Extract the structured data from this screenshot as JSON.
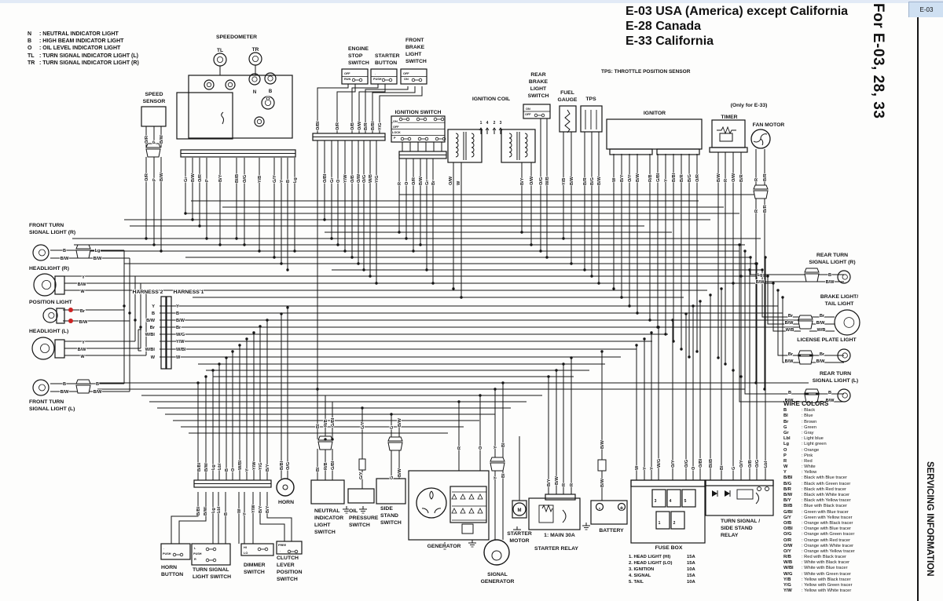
{
  "page": {
    "tab": "E-03",
    "side_title": "For E-03, 28, 33",
    "side_footer": "SERVICING INFORMATION",
    "titles": [
      "E-03 USA (America) except California",
      "E-28 Canada",
      "E-33 California"
    ],
    "note": "TPS: THROTTLE POSITION SENSOR",
    "accent_blue": "#cfe0f2",
    "line_color": "#151515"
  },
  "indicator_legend": [
    {
      "code": "N",
      "name": "NEUTRAL INDICATOR LIGHT"
    },
    {
      "code": "B",
      "name": "HIGH BEAM INDICATOR LIGHT"
    },
    {
      "code": "O",
      "name": "OIL LEVEL INDICATOR LIGHT"
    },
    {
      "code": "TL",
      "name": "TURN SIGNAL INDICATOR  LIGHT (L)"
    },
    {
      "code": "TR",
      "name": "TURN SIGNAL INDICATOR  LIGHT (R)"
    }
  ],
  "wire_colors": {
    "title": "WIRE COLORS",
    "entries": [
      [
        "B",
        "Black"
      ],
      [
        "Bl",
        "Blue"
      ],
      [
        "Br",
        "Brown"
      ],
      [
        "G",
        "Green"
      ],
      [
        "Gr",
        "Gray"
      ],
      [
        "Lbl",
        "Light blue"
      ],
      [
        "Lg",
        "Light green"
      ],
      [
        "O",
        "Orange"
      ],
      [
        "P",
        "Pink"
      ],
      [
        "R",
        "Red"
      ],
      [
        "W",
        "White"
      ],
      [
        "Y",
        "Yellow"
      ],
      [
        "B/Bl",
        "Black with Blue tracer"
      ],
      [
        "B/G",
        "Black with Green tracer"
      ],
      [
        "B/R",
        "Black with Red tracer"
      ],
      [
        "B/W",
        "Black with White tracer"
      ],
      [
        "B/Y",
        "Black with Yellow tracer"
      ],
      [
        "Bl/B",
        "Blue with Black tracer"
      ],
      [
        "G/Bl",
        "Green with Blue tracer"
      ],
      [
        "G/Y",
        "Green with Yellow tracer"
      ],
      [
        "O/B",
        "Orange with Black tracer"
      ],
      [
        "O/Bl",
        "Orange with Blue tracer"
      ],
      [
        "O/G",
        "Orange with Green tracer"
      ],
      [
        "O/R",
        "Orange with Red tracer"
      ],
      [
        "O/W",
        "Orange with White tracer"
      ],
      [
        "O/Y",
        "Orange with Yellow tracer"
      ],
      [
        "R/B",
        "Red with Black tracer"
      ],
      [
        "W/B",
        "White with Black tracer"
      ],
      [
        "W/Bl",
        "White with Blue tracer"
      ],
      [
        "W/G",
        "White with Green tracer"
      ],
      [
        "Y/B",
        "Yellow with Black tracer"
      ],
      [
        "Y/G",
        "Yellow with Green tracer"
      ],
      [
        "Y/W",
        "Yellow with White tracer"
      ]
    ]
  },
  "fuse_box": {
    "items": [
      {
        "item": "1. HEAD LIGHT (HI)",
        "amp": "15A"
      },
      {
        "item": "2. HEAD LIGHT (LO)",
        "amp": "15A"
      },
      {
        "item": "3. IGNITION",
        "amp": "10A"
      },
      {
        "item": "4. SIGNAL",
        "amp": "15A"
      },
      {
        "item": "5. TAIL",
        "amp": "10A"
      }
    ]
  },
  "labels": {
    "component": [
      [
        301,
        49,
        "SPEEDOMETER",
        "m"
      ],
      [
        196,
        122,
        "SPEED|SENSOR",
        "m"
      ],
      [
        443,
        64,
        "ENGINE|STOP|SWITCH",
        "s"
      ],
      [
        477,
        73,
        "STARTER|BUTTON",
        "s"
      ],
      [
        516,
        53,
        "FRONT|BRAKE|LIGHT|SWITCH",
        "s"
      ],
      [
        532,
        145,
        "IGNITION SWITCH",
        "m"
      ],
      [
        625,
        128,
        "IGNITION COIL",
        "m"
      ],
      [
        685,
        97,
        "REAR|BRAKE|LIGHT|SWITCH",
        "m"
      ],
      [
        722,
        120,
        "FUEL|GAUGE",
        "m"
      ],
      [
        752,
        128,
        "TPS",
        "m"
      ],
      [
        833,
        146,
        "IGNITOR",
        "m"
      ],
      [
        953,
        136,
        "(Only for E-33)",
        "m"
      ],
      [
        928,
        151,
        "TIMER",
        "m"
      ],
      [
        978,
        161,
        "FAN MOTOR",
        "m"
      ],
      [
        37,
        289,
        "FRONT TURN|SIGNAL LIGHT (R)",
        "s"
      ],
      [
        37,
        344,
        "HEADLIGHT (R)",
        "s"
      ],
      [
        37,
        387,
        "POSITION LIGHT",
        "s"
      ],
      [
        37,
        424,
        "HEADLIGHT (L)",
        "s"
      ],
      [
        37,
        514,
        "FRONT TURN|SIGNAL LIGHT (L)",
        "s"
      ],
      [
        188,
        374,
        "HARNESS 2",
        "m"
      ],
      [
        240,
        374,
        "HARNESS 1",
        "m"
      ],
      [
        1059,
        327,
        "REAR TURN|SIGNAL LIGHT (R)",
        "m"
      ],
      [
        1068,
        380,
        "BRAKE LIGHT/|TAIL LIGHT",
        "m"
      ],
      [
        1052,
        435,
        "LICENSE PLATE LIGHT",
        "m"
      ],
      [
        1063,
        478,
        "REAR TURN|SIGNAL LIGHT (L)",
        "m"
      ],
      [
        364,
        642,
        "HORN",
        "m"
      ],
      [
        400,
        653,
        "NEUTRAL|INDICATOR|LIGHT|SWITCH",
        "s"
      ],
      [
        444,
        653,
        "OIL|PRESSURE|SWITCH",
        "s"
      ],
      [
        484,
        650,
        "SIDE|STAND|SWITCH",
        "s"
      ],
      [
        565,
        698,
        "GENERATOR",
        "m"
      ],
      [
        633,
        734,
        "SIGNAL|GENERATOR",
        "m"
      ],
      [
        661,
        682,
        "STARTER|MOTOR",
        "m"
      ],
      [
        712,
        684,
        "1: MAIN 30A",
        "m"
      ],
      [
        708,
        701,
        "STARTER RELAY",
        "m"
      ],
      [
        778,
        678,
        "BATTERY",
        "m"
      ],
      [
        851,
        700,
        "FUSE BOX",
        "m"
      ],
      [
        917,
        666,
        "TURN SIGNAL /|SIDE STAND|RELAY",
        "s"
      ],
      [
        205,
        725,
        "HORN|BUTTON",
        "s"
      ],
      [
        245,
        728,
        "TURN SIGNAL|LIGHT SWITCH",
        "s"
      ],
      [
        310,
        722,
        "DIMMER|SWITCH",
        "s"
      ],
      [
        352,
        713,
        "CLUTCH|LEVER|POSITION|SWITCH",
        "s"
      ]
    ],
    "wire_v": [
      [
        186,
        183,
        "O/R"
      ],
      [
        196,
        183,
        "P"
      ],
      [
        205,
        183,
        "B/W"
      ],
      [
        186,
        231,
        "O/R"
      ],
      [
        196,
        231,
        "P"
      ],
      [
        205,
        231,
        "B/W"
      ],
      [
        236,
        232,
        "Gr"
      ],
      [
        245,
        232,
        "B/W"
      ],
      [
        254,
        232,
        "O/R"
      ],
      [
        263,
        232,
        "P"
      ],
      [
        280,
        232,
        "B/Y"
      ],
      [
        301,
        233,
        "Bl/B"
      ],
      [
        311,
        233,
        "O/G"
      ],
      [
        330,
        233,
        "Y/B"
      ],
      [
        349,
        233,
        "G/Y"
      ],
      [
        358,
        233,
        "Y"
      ],
      [
        366,
        233,
        "B"
      ],
      [
        375,
        233,
        "Lg"
      ],
      [
        404,
        166,
        "O/Bl"
      ],
      [
        429,
        166,
        "O/R"
      ],
      [
        448,
        166,
        "O/B"
      ],
      [
        457,
        166,
        "O/W"
      ],
      [
        465,
        166,
        "B/R"
      ],
      [
        474,
        166,
        "B/Bl"
      ],
      [
        483,
        166,
        "Y/G"
      ],
      [
        413,
        233,
        "O/Bl"
      ],
      [
        422,
        233,
        "Gr"
      ],
      [
        430,
        233,
        "O"
      ],
      [
        439,
        233,
        "Y/W"
      ],
      [
        448,
        233,
        "O/B"
      ],
      [
        456,
        233,
        "O/W"
      ],
      [
        463,
        233,
        "O/G"
      ],
      [
        471,
        233,
        "W/B"
      ],
      [
        479,
        233,
        "Y/G"
      ],
      [
        508,
        236,
        "R"
      ],
      [
        517,
        236,
        "O"
      ],
      [
        526,
        236,
        "O/R"
      ],
      [
        535,
        236,
        "B/W"
      ],
      [
        543,
        236,
        "Gr"
      ],
      [
        551,
        236,
        "Br"
      ],
      [
        573,
        236,
        "O/W"
      ],
      [
        583,
        236,
        "W"
      ],
      [
        664,
        236,
        "B/Y"
      ],
      [
        676,
        236,
        "O/W"
      ],
      [
        688,
        236,
        "O/G"
      ],
      [
        696,
        236,
        "W/B"
      ],
      [
        717,
        236,
        "Y/B"
      ],
      [
        727,
        236,
        "B/W"
      ],
      [
        744,
        236,
        "B/R"
      ],
      [
        753,
        236,
        "B/G"
      ],
      [
        762,
        236,
        "B/W"
      ],
      [
        781,
        232,
        "W"
      ],
      [
        791,
        232,
        "B/Y"
      ],
      [
        801,
        232,
        "O/Y"
      ],
      [
        811,
        232,
        "B/W"
      ],
      [
        827,
        232,
        "R/B"
      ],
      [
        837,
        232,
        "G/Bl"
      ],
      [
        847,
        232,
        "Y"
      ],
      [
        857,
        232,
        "B/Bl"
      ],
      [
        867,
        232,
        "B/R"
      ],
      [
        877,
        232,
        "B/G"
      ],
      [
        887,
        232,
        "O/R"
      ],
      [
        914,
        232,
        "B/W"
      ],
      [
        923,
        232,
        "R"
      ],
      [
        933,
        232,
        "O/W"
      ],
      [
        943,
        232,
        "B/R"
      ],
      [
        962,
        231,
        "R"
      ],
      [
        973,
        231,
        "B/R"
      ],
      [
        962,
        271,
        "R"
      ],
      [
        973,
        271,
        "B/R"
      ],
      [
        253,
        601,
        "B/Bl"
      ],
      [
        262,
        601,
        "B/W"
      ],
      [
        271,
        599,
        "Lg"
      ],
      [
        279,
        599,
        "Lbl"
      ],
      [
        288,
        601,
        "B"
      ],
      [
        296,
        601,
        "O"
      ],
      [
        305,
        599,
        "W/Bl"
      ],
      [
        314,
        601,
        "Y"
      ],
      [
        323,
        599,
        "Y/W"
      ],
      [
        331,
        599,
        "Y/G"
      ],
      [
        340,
        601,
        "B/Y"
      ],
      [
        358,
        599,
        "B/Bl"
      ],
      [
        366,
        599,
        "O/G"
      ],
      [
        252,
        657,
        "B/Bl"
      ],
      [
        261,
        657,
        "B/W"
      ],
      [
        271,
        654,
        "Lg"
      ],
      [
        278,
        654,
        "Lbl"
      ],
      [
        287,
        657,
        "B"
      ],
      [
        304,
        654,
        "W"
      ],
      [
        311,
        657,
        "Y"
      ],
      [
        322,
        654,
        "Y/W"
      ],
      [
        331,
        654,
        "B/Y"
      ],
      [
        340,
        654,
        "B/Y"
      ],
      [
        404,
        546,
        "Bl"
      ],
      [
        414,
        544,
        "R/B"
      ],
      [
        423,
        544,
        "G/Bl"
      ],
      [
        404,
        601,
        "Bl"
      ],
      [
        414,
        599,
        "R/B"
      ],
      [
        423,
        599,
        "G/Bl"
      ],
      [
        461,
        547,
        "G/Y"
      ],
      [
        459,
        611,
        "G/Y"
      ],
      [
        498,
        547,
        "G"
      ],
      [
        508,
        544,
        "B/W"
      ],
      [
        498,
        611,
        "G"
      ],
      [
        508,
        608,
        "B/W"
      ],
      [
        584,
        573,
        "R"
      ],
      [
        611,
        573,
        "O"
      ],
      [
        630,
        572,
        "Y"
      ],
      [
        640,
        570,
        "Bl"
      ],
      [
        630,
        611,
        "Y"
      ],
      [
        640,
        609,
        "Bl"
      ],
      [
        698,
        620,
        "B/Y"
      ],
      [
        708,
        618,
        "B/W"
      ],
      [
        717,
        620,
        "R"
      ],
      [
        727,
        620,
        "R"
      ],
      [
        766,
        572,
        "B/W"
      ],
      [
        766,
        621,
        "B/W"
      ],
      [
        810,
        599,
        "W"
      ],
      [
        820,
        599,
        "Y"
      ],
      [
        829,
        599,
        "Y"
      ],
      [
        838,
        596,
        "W/G"
      ],
      [
        856,
        596,
        "O/Y"
      ],
      [
        873,
        596,
        "O/G"
      ],
      [
        882,
        599,
        "O"
      ],
      [
        891,
        596,
        "O/Bl"
      ],
      [
        904,
        596,
        "Bl/B"
      ],
      [
        918,
        599,
        "Bl"
      ],
      [
        933,
        599,
        "G"
      ],
      [
        943,
        596,
        "O/Y"
      ],
      [
        954,
        596,
        "O/B"
      ],
      [
        963,
        596,
        "O/G"
      ],
      [
        974,
        596,
        "Lbl"
      ]
    ],
    "wire_h": [
      [
        82,
        321,
        "B"
      ],
      [
        82,
        331,
        "B/W"
      ],
      [
        124,
        321,
        "Lg"
      ],
      [
        124,
        331,
        "B/W"
      ],
      [
        106,
        355,
        "Y"
      ],
      [
        104,
        364,
        "B/W"
      ],
      [
        105,
        373,
        "W"
      ],
      [
        105,
        398,
        "Br"
      ],
      [
        106,
        412,
        "B/W"
      ],
      [
        106,
        438,
        "Y"
      ],
      [
        104,
        447,
        "B/W"
      ],
      [
        105,
        456,
        "W"
      ],
      [
        82,
        491,
        "B"
      ],
      [
        82,
        501,
        "B/W"
      ],
      [
        124,
        491,
        "B"
      ],
      [
        124,
        501,
        "B/W"
      ],
      [
        197,
        392,
        "Y",
        "e"
      ],
      [
        197,
        401,
        "B",
        "e"
      ],
      [
        197,
        410,
        "B/W",
        "e"
      ],
      [
        197,
        419,
        "Br",
        "e"
      ],
      [
        197,
        428,
        "W/Bl",
        "e"
      ],
      [
        197,
        447,
        "W/Bl",
        "e"
      ],
      [
        197,
        457,
        "W",
        "e"
      ],
      [
        224,
        392,
        "Y",
        "s"
      ],
      [
        224,
        401,
        "B",
        "s"
      ],
      [
        224,
        410,
        "B/W",
        "s"
      ],
      [
        224,
        419,
        "Br",
        "s"
      ],
      [
        224,
        428,
        "W/G",
        "s"
      ],
      [
        224,
        437,
        "Y/W",
        "s"
      ],
      [
        224,
        447,
        "W/Bl",
        "s"
      ],
      [
        224,
        457,
        "W",
        "s"
      ],
      [
        967,
        352,
        "Lg"
      ],
      [
        967,
        361,
        "B/W"
      ],
      [
        1056,
        352,
        "B"
      ],
      [
        1056,
        361,
        "B/W"
      ],
      [
        1006,
        404,
        "Br"
      ],
      [
        1004,
        413,
        "B/W"
      ],
      [
        1005,
        422,
        "W/B"
      ],
      [
        1046,
        404,
        "Br"
      ],
      [
        1044,
        413,
        "B/W"
      ],
      [
        1045,
        422,
        "W/B"
      ],
      [
        1006,
        453,
        "Br"
      ],
      [
        1004,
        462,
        "B/W"
      ],
      [
        1046,
        453,
        "Br"
      ],
      [
        1044,
        462,
        "B/W"
      ],
      [
        1005,
        502,
        "B"
      ],
      [
        1004,
        512,
        "B/W"
      ],
      [
        1056,
        502,
        "B"
      ],
      [
        1056,
        512,
        "B/W"
      ],
      [
        612,
        158,
        "1",
        5
      ],
      [
        620,
        158,
        "4",
        5
      ],
      [
        629,
        158,
        "2",
        5
      ],
      [
        637,
        158,
        "3",
        5
      ],
      [
        280,
        66,
        "TL",
        6.5
      ],
      [
        325,
        65,
        "TR",
        6.5
      ],
      [
        324,
        119,
        "N",
        6
      ],
      [
        344,
        118,
        "B",
        6
      ],
      [
        341,
        128,
        "O",
        6
      ],
      [
        763,
        650,
        "-",
        8
      ],
      [
        791,
        650,
        "+",
        8
      ],
      [
        661,
        652,
        "M",
        6
      ],
      [
        834,
        640,
        "3",
        5
      ],
      [
        853,
        640,
        "4",
        5
      ],
      [
        872,
        640,
        "5",
        5
      ],
      [
        839,
        668,
        "1",
        5
      ],
      [
        858,
        668,
        "2",
        5
      ]
    ],
    "tiny": [
      [
        438,
        95,
        "OFF"
      ],
      [
        438,
        102,
        "RUN"
      ],
      [
        477,
        95,
        "."
      ],
      [
        475,
        102,
        "PUSH"
      ],
      [
        513,
        95,
        "OFF"
      ],
      [
        514,
        102,
        "ON"
      ],
      [
        500,
        156,
        "ON"
      ],
      [
        500,
        163,
        "OFF"
      ],
      [
        499,
        170,
        "LOCK"
      ],
      [
        501,
        177,
        "P"
      ],
      [
        669,
        140,
        "ON"
      ],
      [
        668,
        147,
        "OFF"
      ],
      [
        208,
        700,
        "."
      ],
      [
        207,
        707,
        "PUSH"
      ],
      [
        247,
        700,
        "L"
      ],
      [
        246,
        707,
        "PUSH"
      ],
      [
        247,
        714,
        "R"
      ],
      [
        310,
        699,
        "HI"
      ],
      [
        310,
        706,
        "LO"
      ],
      [
        354,
        696,
        "FREE"
      ],
      [
        356,
        703,
        "."
      ]
    ]
  }
}
